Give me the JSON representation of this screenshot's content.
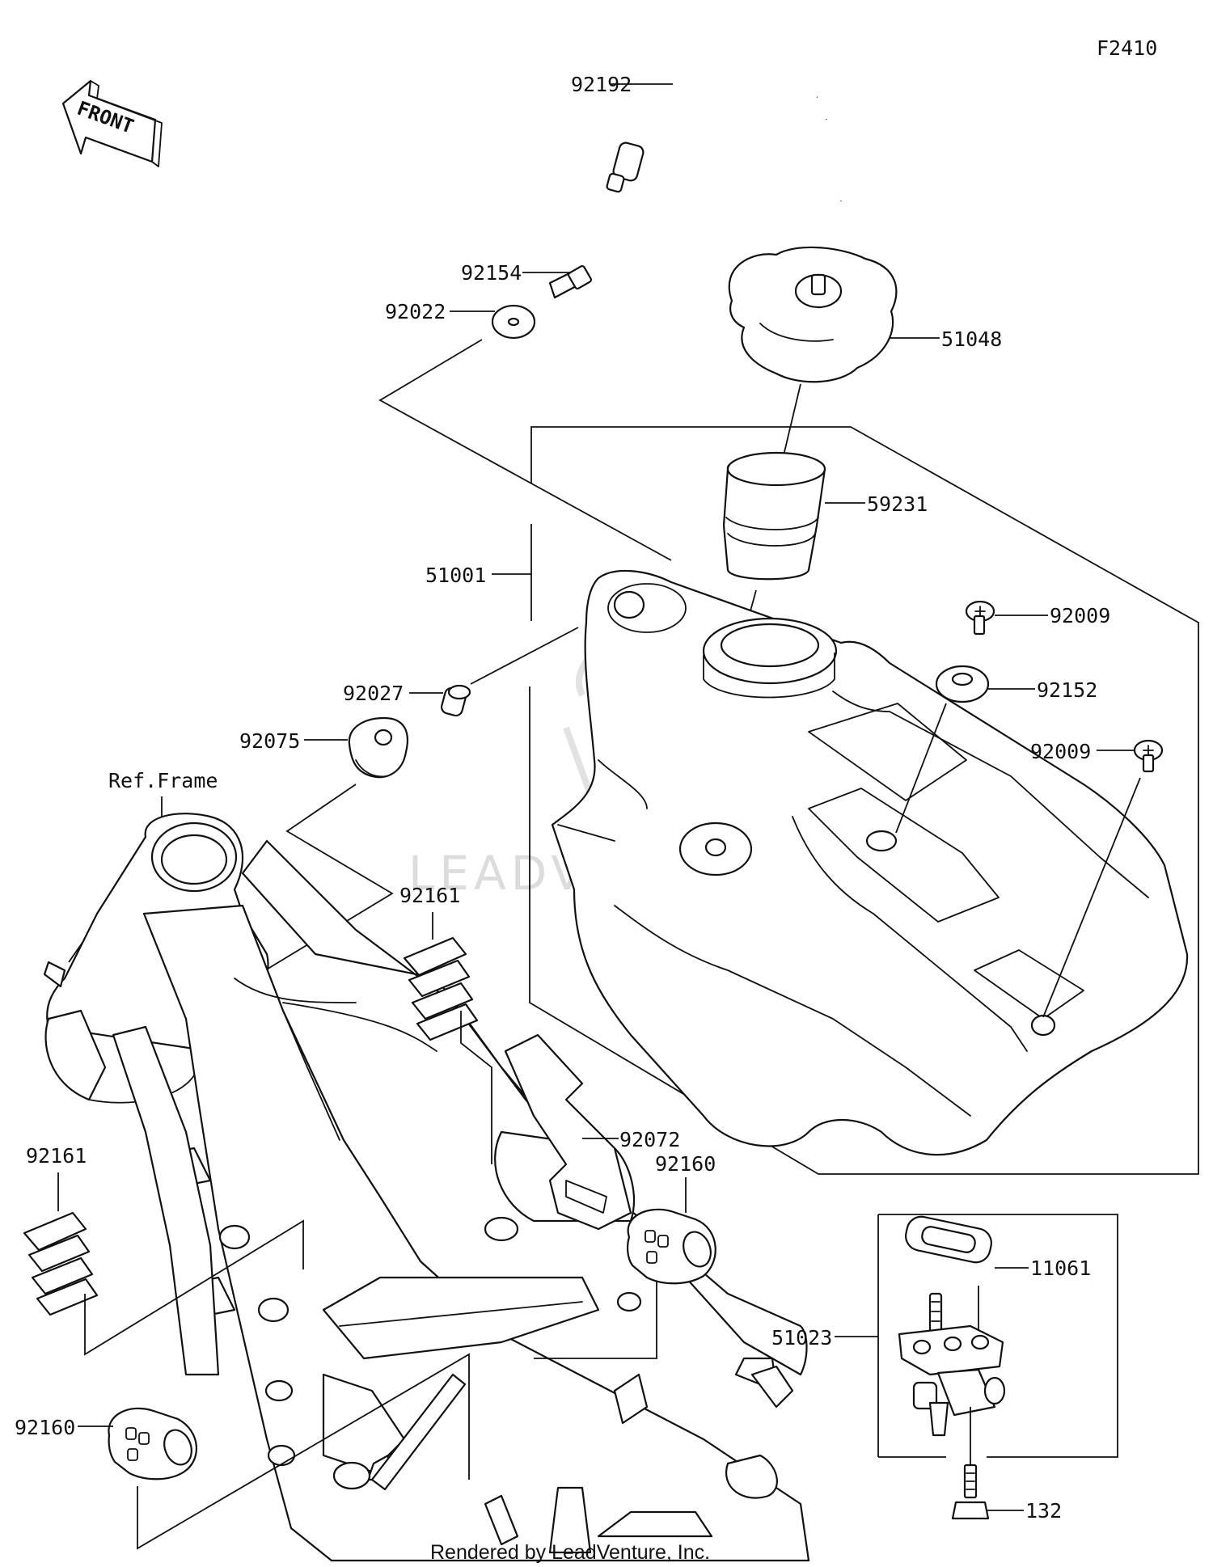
{
  "figure_code": "F2410",
  "front_label": "FRONT",
  "ref_frame_label": "Ref.Frame",
  "watermark": "LEADVENTURE",
  "credit": "Rendered by LeadVenture, Inc.",
  "parts": {
    "p92192": "92192",
    "p92154": "92154",
    "p92022": "92022",
    "p51048": "51048",
    "p59231": "59231",
    "p51001": "51001",
    "p92009a": "92009",
    "p92152": "92152",
    "p92009b": "92009",
    "p92027": "92027",
    "p92075": "92075",
    "p92161a": "92161",
    "p92161b": "92161",
    "p92072": "92072",
    "p92160a": "92160",
    "p92160b": "92160",
    "p11061": "11061",
    "p51023": "51023",
    "p132": "132"
  }
}
